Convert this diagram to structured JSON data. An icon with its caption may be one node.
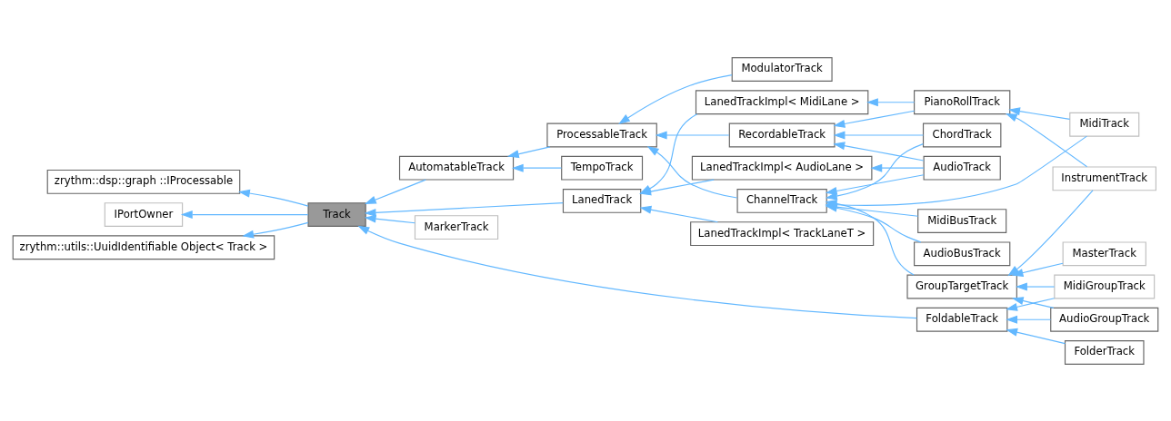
{
  "diagram": {
    "nodes": [
      {
        "text": [
          "zrythm::dsp::graph ::IProcessable"
        ]
      },
      {
        "text": [
          "IPortOwner"
        ]
      },
      {
        "text": [
          "zrythm::utils::UuidIdentifiable Object< Track >"
        ]
      },
      {
        "text": [
          "Track"
        ]
      },
      {
        "text": [
          "AutomatableTrack"
        ]
      },
      {
        "text": [
          "LanedTrack"
        ]
      },
      {
        "text": [
          "MarkerTrack"
        ]
      },
      {
        "text": [
          "ModulatorTrack"
        ]
      },
      {
        "text": [
          "ProcessableTrack"
        ]
      },
      {
        "text": [
          "TempoTrack"
        ]
      },
      {
        "text": [
          "LanedTrackImpl< MidiLane >"
        ]
      },
      {
        "text": [
          "RecordableTrack"
        ]
      },
      {
        "text": [
          "LanedTrackImpl< AudioLane >"
        ]
      },
      {
        "text": [
          "ChannelTrack"
        ]
      },
      {
        "text": [
          "LanedTrackImpl< TrackLaneT >"
        ]
      },
      {
        "text": [
          "PianoRollTrack"
        ]
      },
      {
        "text": [
          "ChordTrack"
        ]
      },
      {
        "text": [
          "AudioTrack"
        ]
      },
      {
        "text": [
          "GroupTargetTrack"
        ]
      },
      {
        "text": [
          "MidiBusTrack"
        ]
      },
      {
        "text": [
          "AudioBusTrack"
        ]
      },
      {
        "text": [
          "FoldableTrack"
        ]
      },
      {
        "text": [
          "MidiTrack"
        ]
      },
      {
        "text": [
          "InstrumentTrack"
        ]
      },
      {
        "text": [
          "MasterTrack"
        ]
      },
      {
        "text": [
          "MidiGroupTrack"
        ]
      },
      {
        "text": [
          "AudioGroupTrack"
        ]
      },
      {
        "text": [
          "FolderTrack"
        ]
      }
    ],
    "edges": [
      {
        "from": 3,
        "to": 0,
        "arrow": "to"
      },
      {
        "from": 3,
        "to": 1,
        "arrow": "to"
      },
      {
        "from": 3,
        "to": 2,
        "arrow": "to"
      },
      {
        "from": 4,
        "to": 3,
        "arrow": "to"
      },
      {
        "from": 5,
        "to": 3,
        "arrow": "to"
      },
      {
        "from": 6,
        "to": 3,
        "arrow": "to"
      },
      {
        "from": 21,
        "to": 3,
        "arrow": "to"
      },
      {
        "from": 8,
        "to": 4,
        "arrow": "to"
      },
      {
        "from": 9,
        "to": 4,
        "arrow": "to"
      },
      {
        "from": 7,
        "to": 8,
        "arrow": "to"
      },
      {
        "from": 10,
        "to": 5,
        "arrow": "to"
      },
      {
        "from": 12,
        "to": 5,
        "arrow": "to"
      },
      {
        "from": 14,
        "to": 5,
        "arrow": "to"
      },
      {
        "from": 11,
        "to": 8,
        "arrow": "to"
      },
      {
        "from": 13,
        "to": 8,
        "arrow": "to"
      },
      {
        "from": 15,
        "to": 10,
        "arrow": "to"
      },
      {
        "from": 15,
        "to": 11,
        "arrow": "to"
      },
      {
        "from": 16,
        "to": 11,
        "arrow": "to"
      },
      {
        "from": 17,
        "to": 11,
        "arrow": "to"
      },
      {
        "from": 17,
        "to": 12,
        "arrow": "to"
      },
      {
        "from": 16,
        "to": 13,
        "arrow": "to"
      },
      {
        "from": 17,
        "to": 13,
        "arrow": "to"
      },
      {
        "from": 22,
        "to": 13,
        "arrow": "to"
      },
      {
        "from": 18,
        "to": 13,
        "arrow": "to"
      },
      {
        "from": 19,
        "to": 13,
        "arrow": "to"
      },
      {
        "from": 20,
        "to": 13,
        "arrow": "to"
      },
      {
        "from": 22,
        "to": 15,
        "arrow": "to"
      },
      {
        "from": 23,
        "to": 15,
        "arrow": "to"
      },
      {
        "from": 23,
        "to": 18,
        "arrow": "to"
      },
      {
        "from": 24,
        "to": 18,
        "arrow": "to"
      },
      {
        "from": 25,
        "to": 18,
        "arrow": "to"
      },
      {
        "from": 26,
        "to": 18,
        "arrow": "to"
      },
      {
        "from": 25,
        "to": 21,
        "arrow": "to"
      },
      {
        "from": 26,
        "to": 21,
        "arrow": "to"
      },
      {
        "from": 27,
        "to": 21,
        "arrow": "to"
      }
    ]
  }
}
